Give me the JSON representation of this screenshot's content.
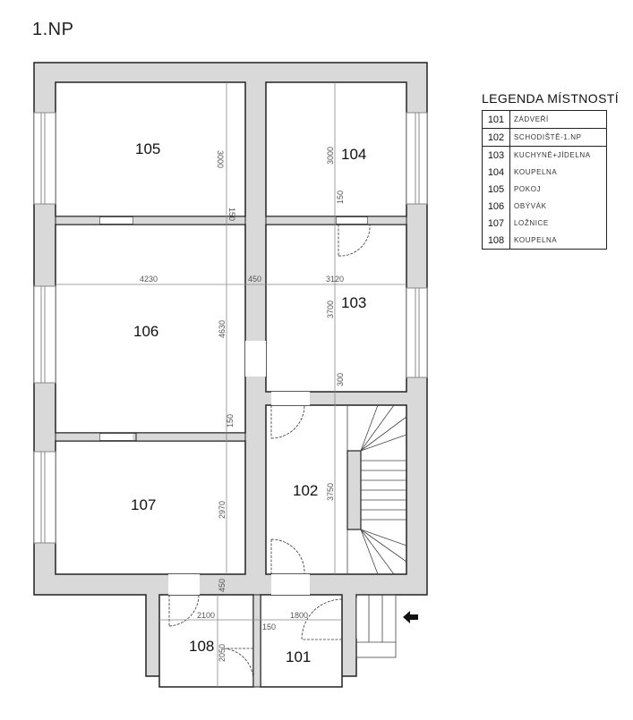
{
  "plan": {
    "title": "1.NP",
    "rooms": [
      {
        "id": "101",
        "label": "101"
      },
      {
        "id": "102",
        "label": "102"
      },
      {
        "id": "103",
        "label": "103"
      },
      {
        "id": "104",
        "label": "104"
      },
      {
        "id": "105",
        "label": "105"
      },
      {
        "id": "106",
        "label": "106"
      },
      {
        "id": "107",
        "label": "107"
      },
      {
        "id": "108",
        "label": "108"
      }
    ],
    "dimensions": {
      "r105_height": "3000",
      "r105_wall": "150",
      "r104_height": "3000",
      "r104_wall": "150",
      "r106_width": "4230",
      "r106_height": "4630",
      "r106_wall": "150",
      "mid_wall": "450",
      "r103_width": "3120",
      "r103_height": "3700",
      "r103_wall": "300",
      "r102_height": "3750",
      "r107_height": "2970",
      "r107_wall": "450",
      "r108_width": "2100",
      "r108_height": "2050",
      "r108_wall": "150",
      "r101_width": "1800"
    },
    "entrance_arrow": "entrance-arrow"
  },
  "legend": {
    "title": "LEGENDA MÍSTNOSTÍ",
    "items": [
      {
        "num": "101",
        "name": "ZÁDVEŘÍ"
      },
      {
        "num": "102",
        "name": "SCHODIŠTĚ-1.NP"
      },
      {
        "num": "103",
        "name": "KUCHYNĚ+JÍDELNA"
      },
      {
        "num": "104",
        "name": "KOUPELNA"
      },
      {
        "num": "105",
        "name": "POKOJ"
      },
      {
        "num": "106",
        "name": "OBÝVÁK"
      },
      {
        "num": "107",
        "name": "LOŽNICE"
      },
      {
        "num": "108",
        "name": "KOUPELNA"
      }
    ]
  },
  "colors": {
    "wall_fill": "#d9d9d9",
    "wall_stroke": "#222222",
    "dim_line": "#888888"
  }
}
